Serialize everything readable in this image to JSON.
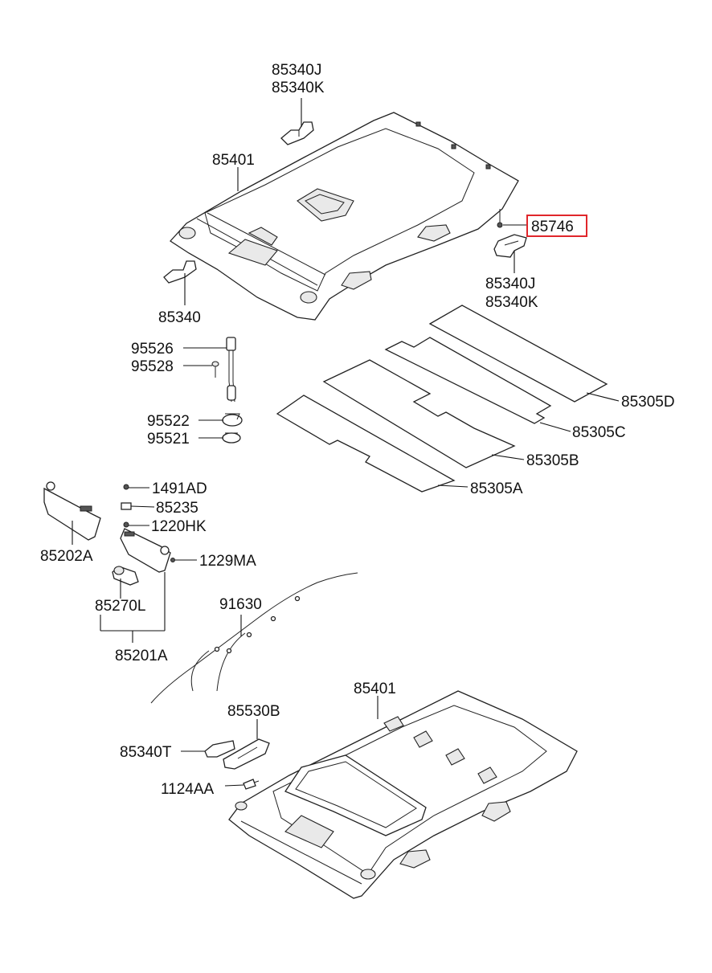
{
  "labels": {
    "p85340J_top": "85340J",
    "p85340K_top": "85340K",
    "p85401_top": "85401",
    "p85340": "85340",
    "p85746": "85746",
    "p85340J_right": "85340J",
    "p85340K_right": "85340K",
    "p95526": "95526",
    "p95528": "95528",
    "p95522": "95522",
    "p95521": "95521",
    "p85305D": "85305D",
    "p85305C": "85305C",
    "p85305B": "85305B",
    "p85305A": "85305A",
    "p1491AD": "1491AD",
    "p85235": "85235",
    "p1220HK": "1220HK",
    "p85202A": "85202A",
    "p1229MA": "1229MA",
    "p85270L": "85270L",
    "p85201A": "85201A",
    "p91630": "91630",
    "p85401_bottom": "85401",
    "p85530B": "85530B",
    "p85340T": "85340T",
    "p1124AA": "1124AA"
  },
  "highlight": {
    "part": "85746",
    "color": "#e0262b"
  }
}
